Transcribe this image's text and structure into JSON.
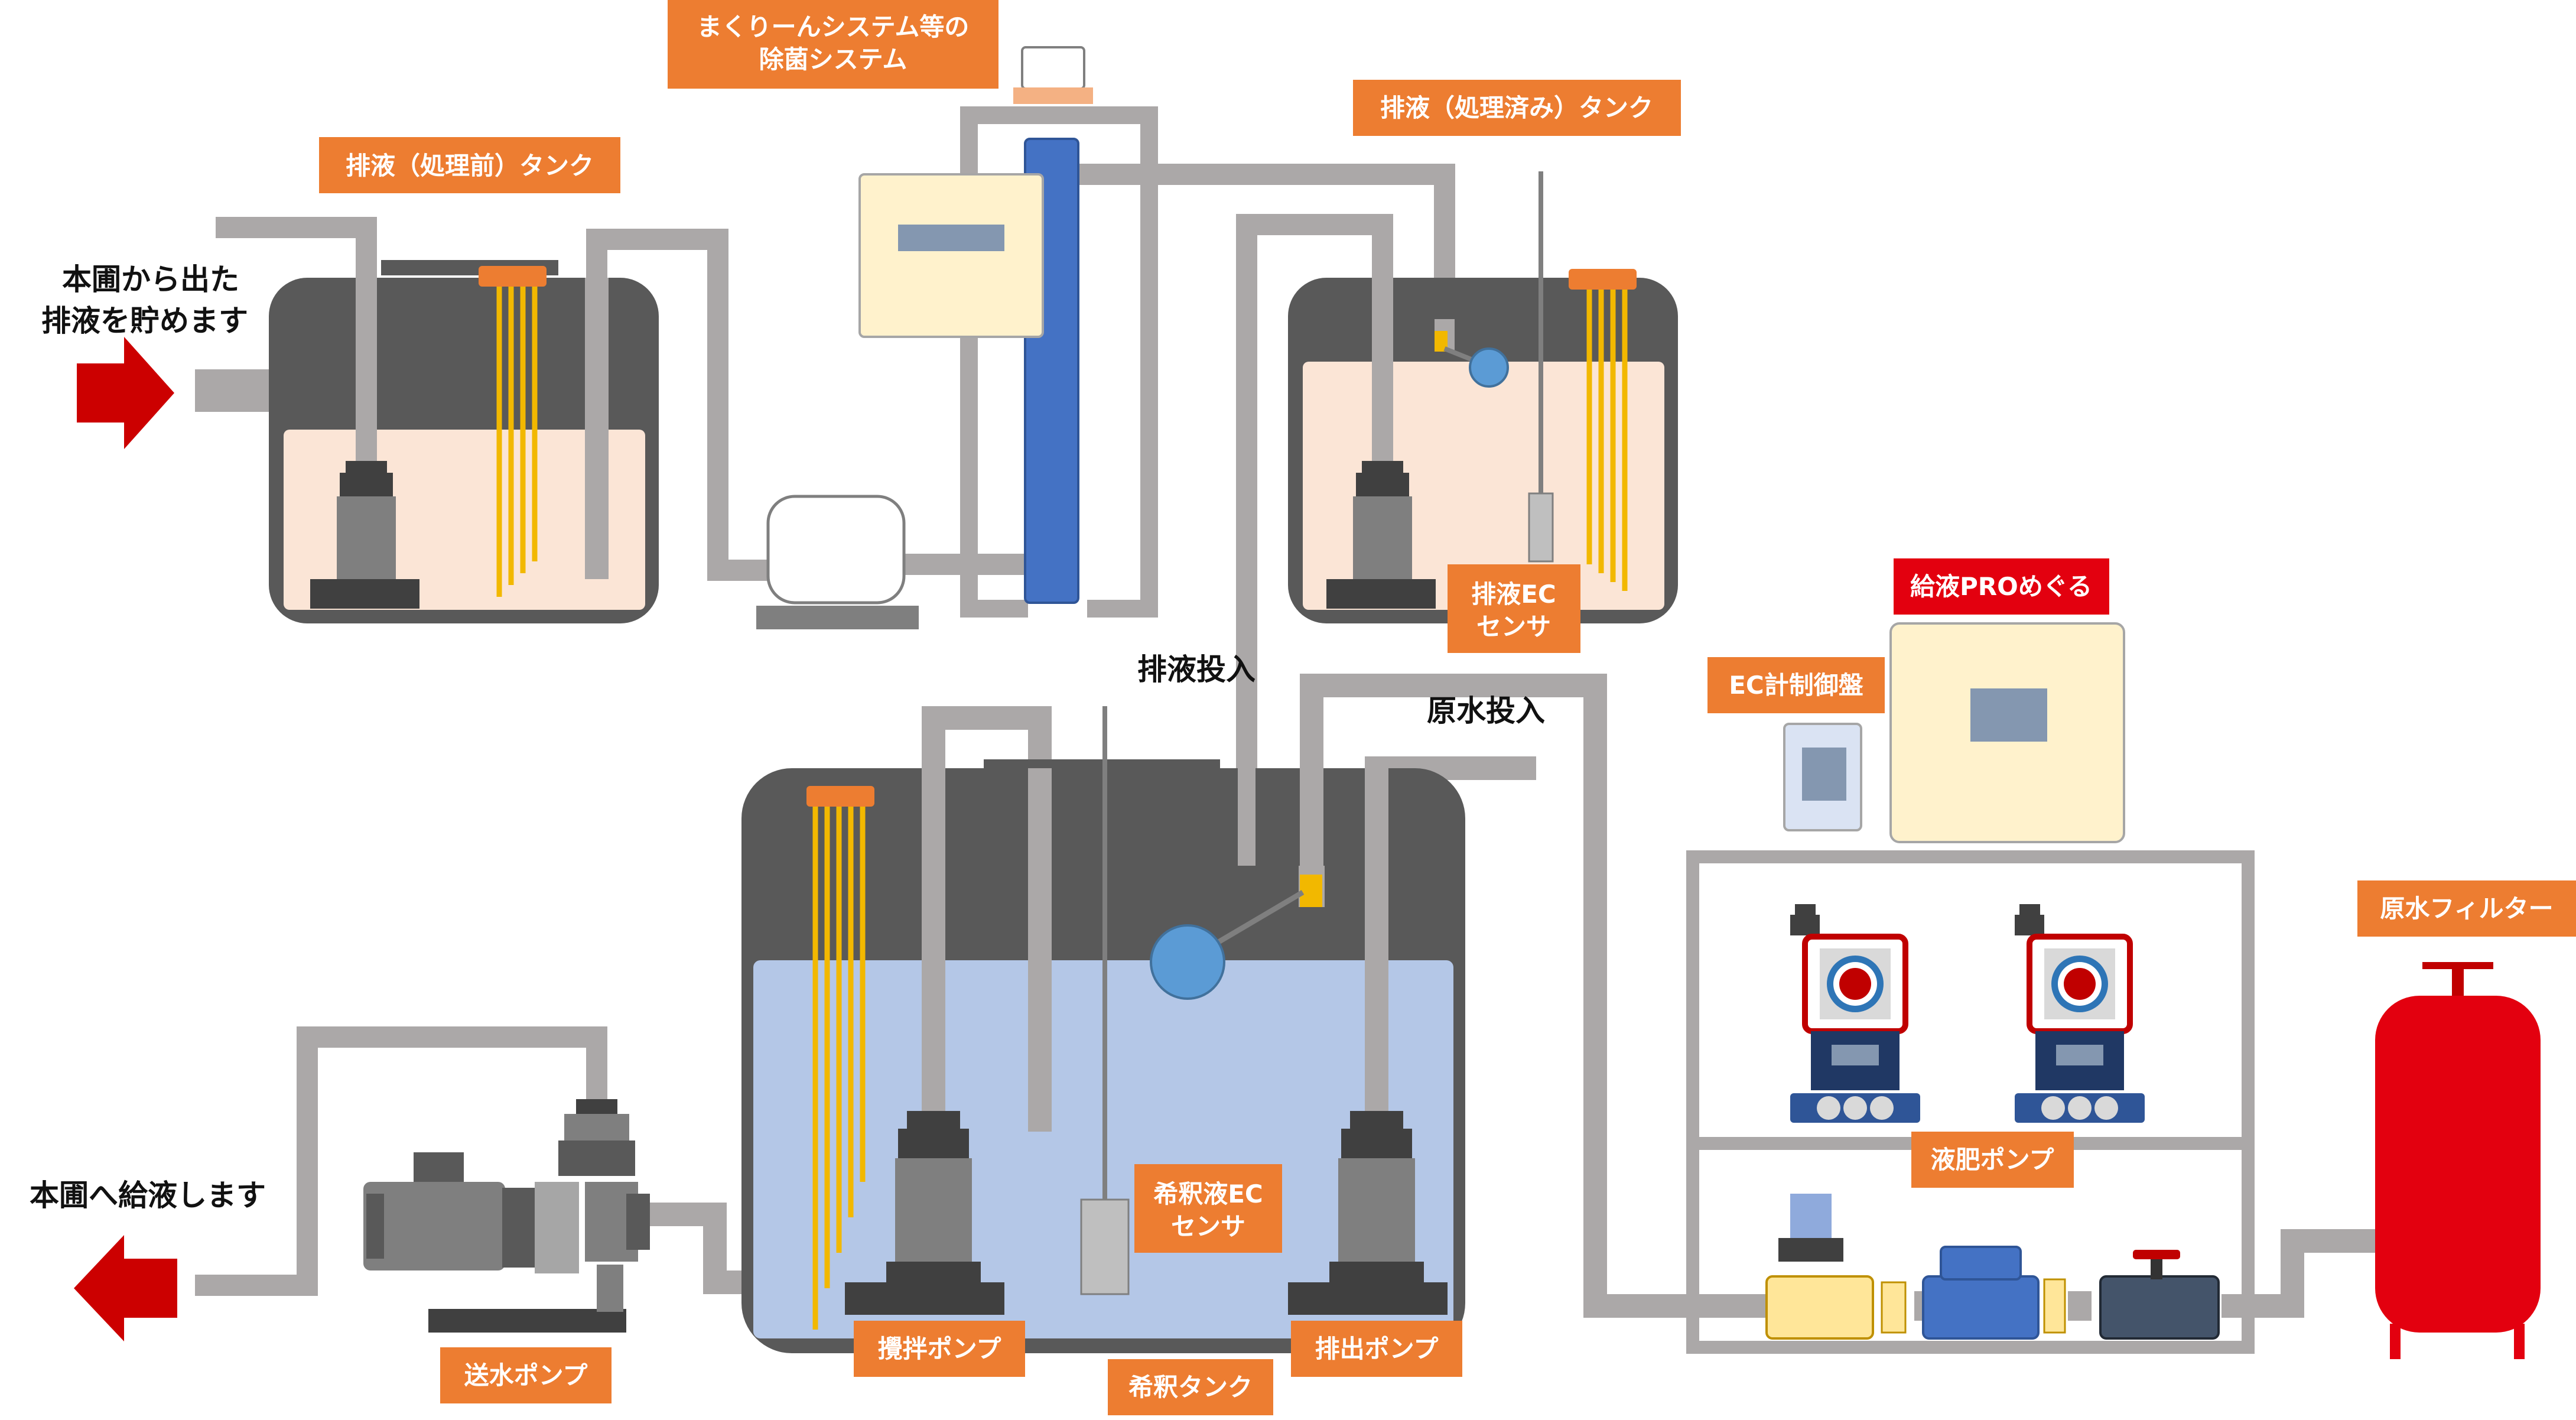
{
  "labels": {
    "sterilization": [
      "まくりーんシステム等の",
      "除菌システム"
    ],
    "waste_before_tank": "排液（処理前）タンク",
    "waste_after_tank": "排液（処理済み）タンク",
    "waste_ec_sensor": [
      "排液EC",
      "センサ"
    ],
    "megrow": "給液PROめぐる",
    "ec_controller": "EC計制御盤",
    "raw_filter": "原水フィルター",
    "fertilizer_pump": "液肥ポンプ",
    "dilution_ec_sensor": [
      "希釈液EC",
      "センサ"
    ],
    "stir_pump": "攪拌ポンプ",
    "dilution_tank": "希釈タンク",
    "discharge_pump": "排出ポンプ",
    "send_pump": "送水ポンプ"
  },
  "annotations": {
    "inflow": [
      "本圃から出た",
      "排液を貯めます"
    ],
    "outflow": "本圃へ給液します",
    "waste_input": "排液投入",
    "raw_input": "原水投入"
  },
  "colors": {
    "label_orange": "#ED7D31",
    "label_red": "#E3000F",
    "tank_dark": "#595959",
    "waste_liquid": "#FBE5D6",
    "dilution_liquid": "#B4C7E7",
    "pipe_gray": "#ABA8A8",
    "arrow_red": "#CC0000",
    "filter_red": "#E3000F",
    "sterilizer_blue": "#4472C4",
    "heater_yellow": "#F2B800",
    "float_blue": "#5B9BD5",
    "control_box": "#FFF2CC"
  }
}
